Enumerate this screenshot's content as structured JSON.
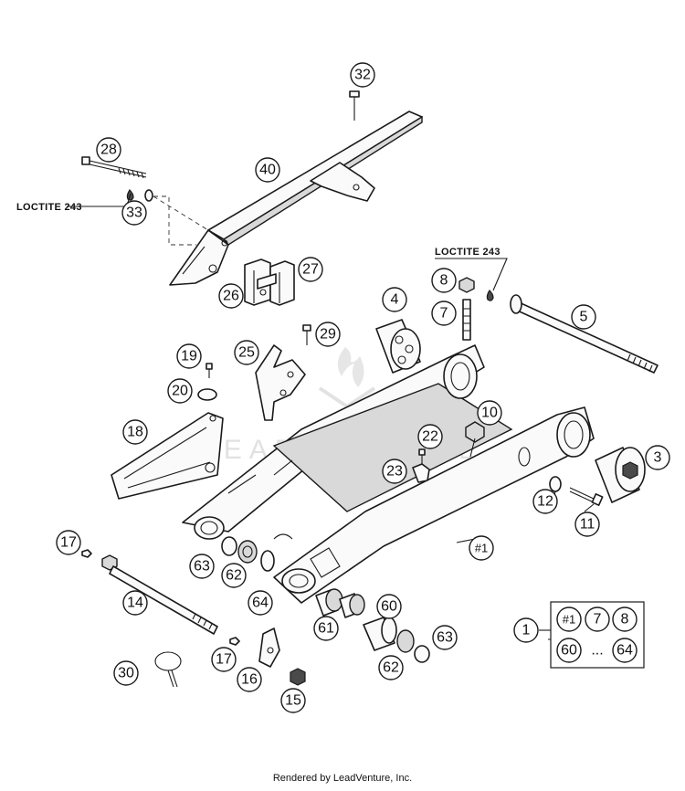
{
  "notes": {
    "loctite_left": "LOCTITE 243",
    "loctite_right": "LOCTITE 243"
  },
  "callouts": {
    "c32": "32",
    "c28": "28",
    "c40": "40",
    "c33": "33",
    "c27": "27",
    "c26": "26",
    "c8": "8",
    "c7": "7",
    "c4": "4",
    "c5": "5",
    "c29": "29",
    "c25": "25",
    "c19": "19",
    "c20": "20",
    "c18": "18",
    "c10": "10",
    "c22": "22",
    "c23": "23",
    "c3": "3",
    "c12": "12",
    "c11": "11",
    "c17a": "17",
    "c63a": "63",
    "c62a": "62",
    "c64": "64",
    "c14": "14",
    "c60": "60",
    "c61": "61",
    "c63b": "63",
    "c62b": "62",
    "c1main": "#1",
    "c17b": "17",
    "c16": "16",
    "c15": "15",
    "c30": "30"
  },
  "kit_box": {
    "label": "1",
    "items": [
      "#1",
      "7",
      "8",
      "60",
      "...",
      "64"
    ]
  },
  "watermark": "LEADVENTURE",
  "footer": "Rendered by LeadVenture, Inc."
}
